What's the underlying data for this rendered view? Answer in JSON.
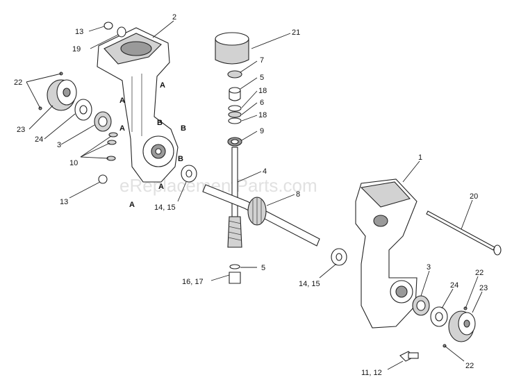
{
  "watermark": "eReplacementParts.com",
  "callouts": {
    "c1": "1",
    "c2": "2",
    "c3a": "3",
    "c3b": "3",
    "c4": "4",
    "c5a": "5",
    "c5b": "5",
    "c6": "6",
    "c7": "7",
    "c8": "8",
    "c9": "9",
    "c10": "10",
    "c11_12": "11, 12",
    "c13a": "13",
    "c13b": "13",
    "c14_15a": "14, 15",
    "c14_15b": "14, 15",
    "c16_17": "16, 17",
    "c18a": "18",
    "c18b": "18",
    "c19": "19",
    "c20": "20",
    "c21": "21",
    "c22a": "22",
    "c22b": "22",
    "c22c": "22",
    "c23a": "23",
    "c23b": "23",
    "c24a": "24",
    "c24b": "24"
  },
  "letters": {
    "a": "A",
    "b": "B"
  }
}
